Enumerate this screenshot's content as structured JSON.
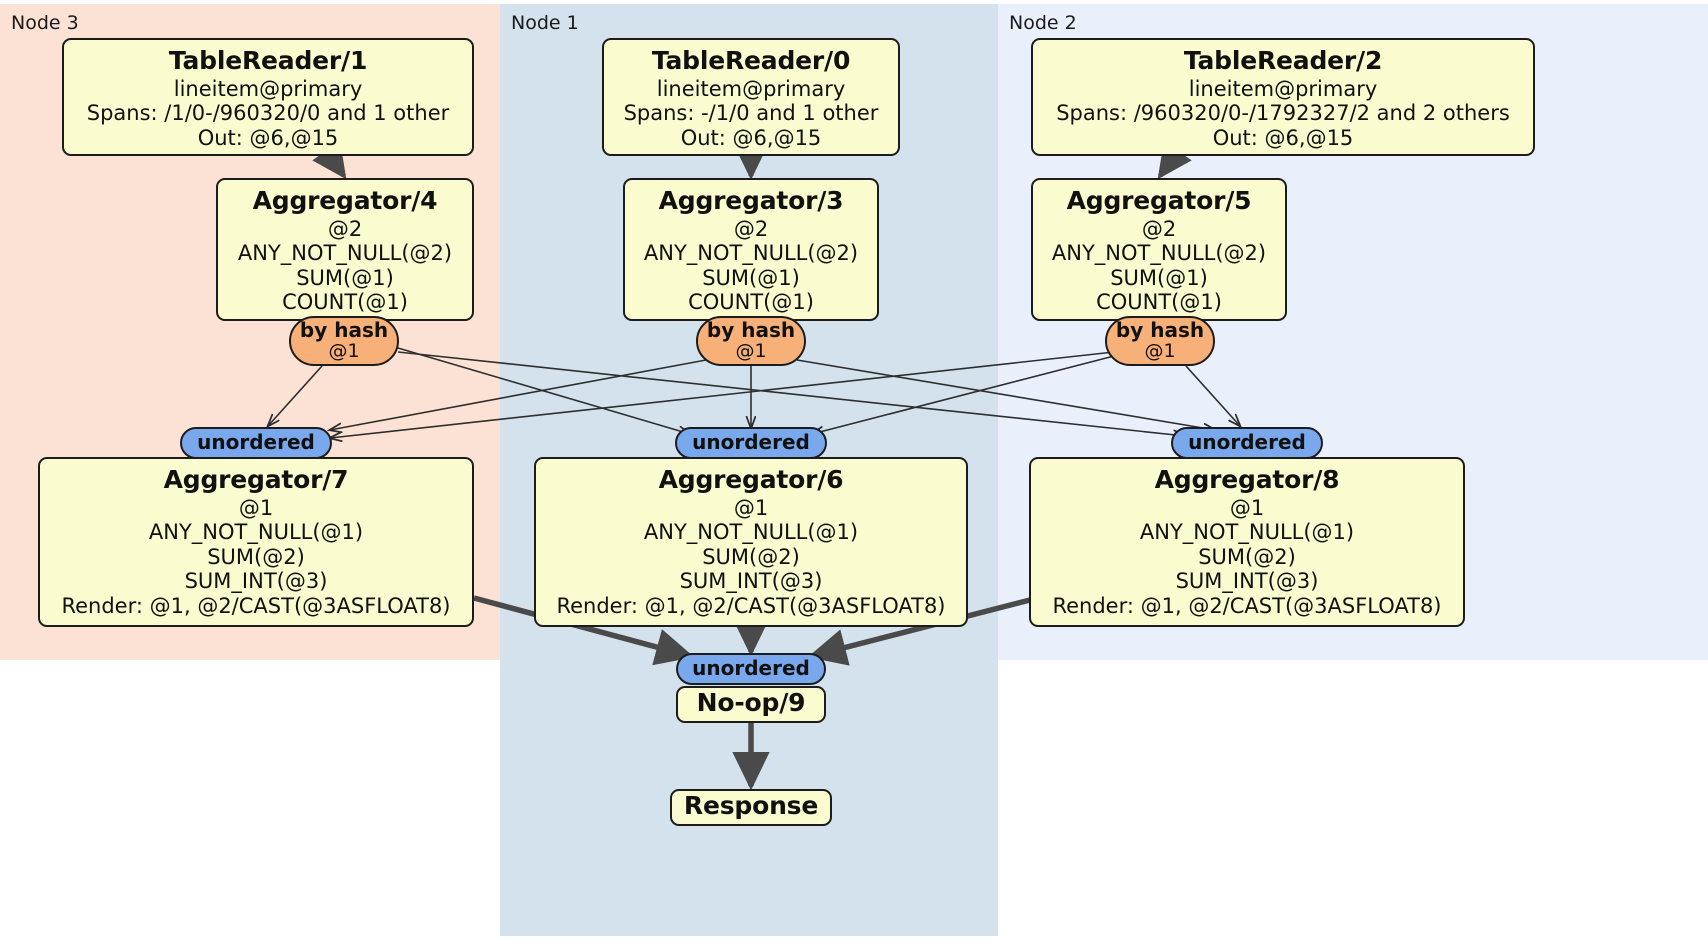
{
  "diagram": {
    "type": "distributed-query-plan",
    "nodes": [
      {
        "id": "node3",
        "label": "Node 3",
        "color": "#fbe2d5"
      },
      {
        "id": "node1",
        "label": "Node 1",
        "color": "#d3e2ec"
      },
      {
        "id": "node2",
        "label": "Node 2",
        "color": "#eaf0fb"
      }
    ],
    "processors": {
      "table_reader_1": {
        "title": "TableReader/1",
        "lines": [
          "lineitem@primary",
          "Spans: /1/0-/960320/0 and 1 other",
          "Out: @6,@15"
        ]
      },
      "table_reader_0": {
        "title": "TableReader/0",
        "lines": [
          "lineitem@primary",
          "Spans: -/1/0 and 1 other",
          "Out: @6,@15"
        ]
      },
      "table_reader_2": {
        "title": "TableReader/2",
        "lines": [
          "lineitem@primary",
          "Spans: /960320/0-/1792327/2 and 2 others",
          "Out: @6,@15"
        ]
      },
      "aggregator_4": {
        "title": "Aggregator/4",
        "lines": [
          "@2",
          "ANY_NOT_NULL(@2)",
          "SUM(@1)",
          "COUNT(@1)"
        ]
      },
      "aggregator_3": {
        "title": "Aggregator/3",
        "lines": [
          "@2",
          "ANY_NOT_NULL(@2)",
          "SUM(@1)",
          "COUNT(@1)"
        ]
      },
      "aggregator_5": {
        "title": "Aggregator/5",
        "lines": [
          "@2",
          "ANY_NOT_NULL(@2)",
          "SUM(@1)",
          "COUNT(@1)"
        ]
      },
      "aggregator_7": {
        "title": "Aggregator/7",
        "lines": [
          "@1",
          "ANY_NOT_NULL(@1)",
          "SUM(@2)",
          "SUM_INT(@3)",
          "Render: @1, @2/CAST(@3ASFLOAT8)"
        ]
      },
      "aggregator_6": {
        "title": "Aggregator/6",
        "lines": [
          "@1",
          "ANY_NOT_NULL(@1)",
          "SUM(@2)",
          "SUM_INT(@3)",
          "Render: @1, @2/CAST(@3ASFLOAT8)"
        ]
      },
      "aggregator_8": {
        "title": "Aggregator/8",
        "lines": [
          "@1",
          "ANY_NOT_NULL(@1)",
          "SUM(@2)",
          "SUM_INT(@3)",
          "Render: @1, @2/CAST(@3ASFLOAT8)"
        ]
      },
      "noop_9": {
        "title": "No-op/9"
      },
      "response": {
        "title": "Response"
      }
    },
    "routers": {
      "hash_left": {
        "title": "by hash",
        "sub": "@1"
      },
      "hash_center": {
        "title": "by hash",
        "sub": "@1"
      },
      "hash_right": {
        "title": "by hash",
        "sub": "@1"
      },
      "sync_left": {
        "title": "unordered"
      },
      "sync_center": {
        "title": "unordered"
      },
      "sync_right": {
        "title": "unordered"
      },
      "sync_final": {
        "title": "unordered"
      }
    },
    "colors": {
      "processor_fill": "#fbfbd0",
      "hash_router_fill": "#f8b079",
      "synchronizer_fill": "#7aa8ec",
      "edge": "#4a4a4a",
      "border": "#1c1c1c"
    }
  }
}
